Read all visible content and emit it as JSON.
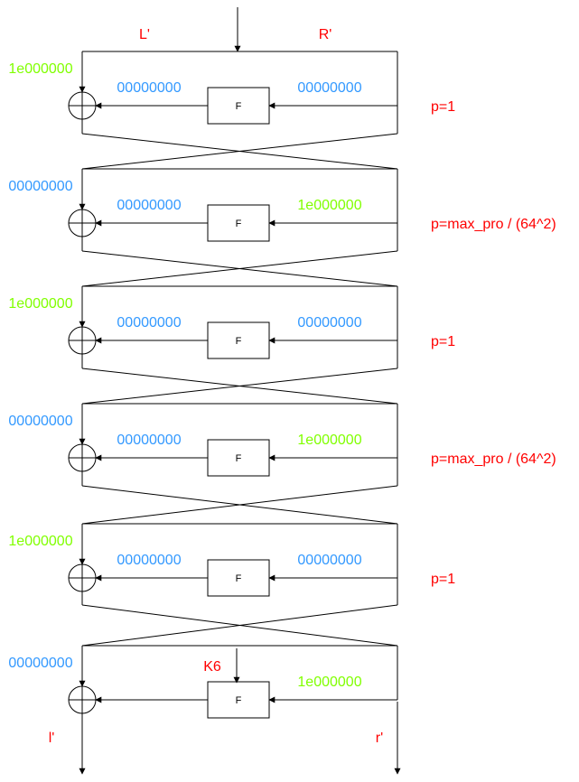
{
  "colors": {
    "red": "#ff0000",
    "blue": "#3399ff",
    "green": "#80ff00",
    "line": "#000000"
  },
  "top_labels": {
    "left": "L'",
    "right": "R'"
  },
  "bottom_labels": {
    "left": "l'",
    "right": "r'"
  },
  "function_label": "F",
  "key_label": "K6",
  "rounds": [
    {
      "left_value": "1e000000",
      "xor_in": "00000000",
      "f_in": "00000000",
      "probability": "p=1"
    },
    {
      "left_value": "00000000",
      "xor_in": "00000000",
      "f_in": "1e000000",
      "probability": "p=max_pro / (64^2)"
    },
    {
      "left_value": "1e000000",
      "xor_in": "00000000",
      "f_in": "00000000",
      "probability": "p=1"
    },
    {
      "left_value": "00000000",
      "xor_in": "00000000",
      "f_in": "1e000000",
      "probability": "p=max_pro / (64^2)"
    },
    {
      "left_value": "1e000000",
      "xor_in": "00000000",
      "f_in": "00000000",
      "probability": "p=1"
    },
    {
      "left_value": "00000000",
      "xor_in": "",
      "f_in": "1e000000",
      "probability": ""
    }
  ]
}
